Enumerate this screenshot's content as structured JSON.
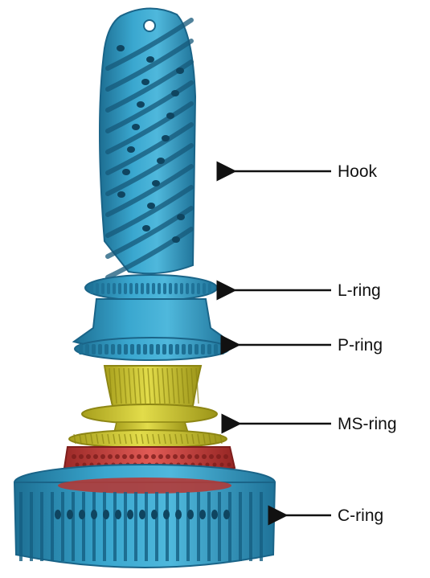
{
  "labels": {
    "hook": "Hook",
    "l_ring": "L-ring",
    "p_ring": "P-ring",
    "ms_ring": "MS-ring",
    "c_ring": "C-ring"
  },
  "colors": {
    "blue": "#2f98bf",
    "blue_light": "#4fb8dc",
    "blue_dark": "#1d6f93",
    "yellow": "#d6cf3c",
    "yellow_dark": "#a79f1c",
    "red": "#d44a46",
    "red_dark": "#9c2a28",
    "arrow": "#111111"
  }
}
